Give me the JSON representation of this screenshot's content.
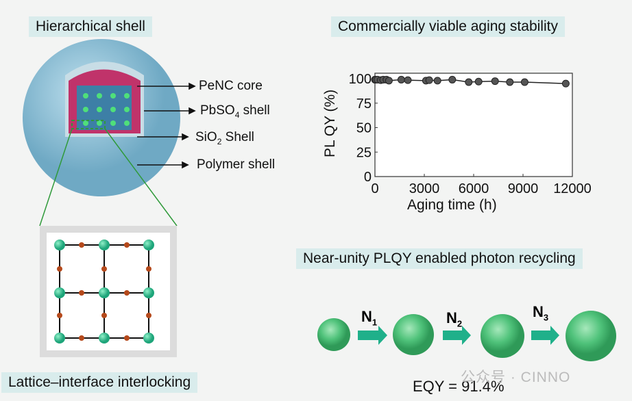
{
  "panels": {
    "shell_title": "Hierarchical shell",
    "aging_title": "Commercially viable aging stability",
    "photon_title": "Near-unity PLQY enabled photon recycling",
    "lattice_title": "Lattice–interface interlocking"
  },
  "shell_labels": {
    "core": "PeNC core",
    "pbso4": "PbSO",
    "pbso4_sub": "4",
    "pbso4_suffix": " shell",
    "sio2": "SiO",
    "sio2_sub": "2",
    "sio2_suffix": " Shell",
    "polymer": "Polymer shell"
  },
  "recycling": {
    "steps": [
      {
        "n": "N",
        "sub": "1"
      },
      {
        "n": "N",
        "sub": "2"
      },
      {
        "n": "N",
        "sub": "3"
      }
    ],
    "eqy": "EQY = 91.4%"
  },
  "watermark": "公众号 · CINNO",
  "colors": {
    "label_bg": "#d9ecec",
    "sphere_green": "#4fc27a",
    "arrow": "#1fb08a",
    "shell_pink": "#c0336a",
    "polymer": "#8cc0d8"
  },
  "chart_data": {
    "type": "line",
    "title": "",
    "xlabel": "Aging time (h)",
    "ylabel": "PL QY (%)",
    "xlim": [
      0,
      12000
    ],
    "ylim": [
      0,
      100
    ],
    "xticks": [
      "0",
      "3000",
      "6000",
      "9000",
      "12000"
    ],
    "yticks": [
      "0",
      "25",
      "50",
      "75",
      "100"
    ],
    "x": [
      0,
      50,
      150,
      350,
      500,
      700,
      850,
      1600,
      2000,
      3100,
      3300,
      3800,
      4700,
      5700,
      6300,
      7300,
      8200,
      9100,
      11600
    ],
    "y": [
      99,
      99,
      99,
      98.5,
      99,
      99,
      98,
      99,
      98.5,
      98,
      98.5,
      98,
      99,
      96.5,
      97,
      97.5,
      96.5,
      96.5,
      95
    ]
  }
}
